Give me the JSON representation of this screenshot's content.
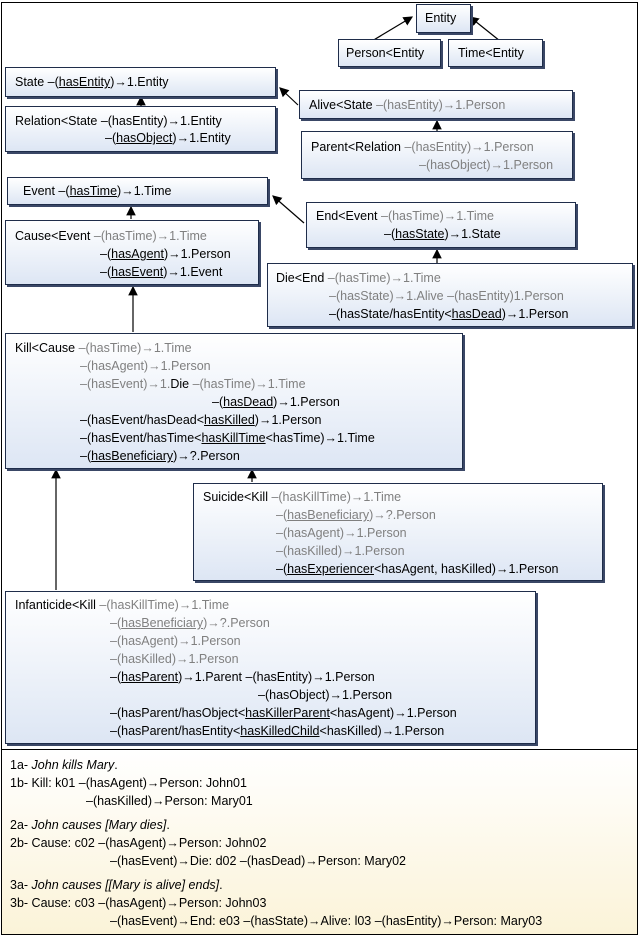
{
  "entity": {
    "label": "Entity"
  },
  "person": {
    "label": "Person<Entity"
  },
  "time": {
    "label": "Time<Entity"
  },
  "state": {
    "pre": "State –(",
    "rel": "hasEntity",
    "post": ")→1.Entity"
  },
  "relation": {
    "line1": "Relation<State –(hasEntity)→1.Entity",
    "line2_pre": "–(",
    "line2_rel": "hasObject",
    "line2_post": ")→1.Entity"
  },
  "alive": {
    "head": "Alive<State",
    "inherited": " –(hasEntity)→1.Person"
  },
  "parent": {
    "head": "Parent<Relation",
    "inherited1": " –(hasEntity)→1.Person",
    "inherited2": "–(hasObject)→1.Person"
  },
  "event": {
    "pre": "Event –(",
    "rel": "hasTime",
    "post": ")→1.Time"
  },
  "end": {
    "head": "End<Event",
    "inherited": " –(hasTime)→1.Time",
    "line2_pre": "–(",
    "line2_rel": "hasState",
    "line2_post": ")→1.State"
  },
  "cause": {
    "head": "Cause<Event",
    "inherited": " –(hasTime)→1.Time",
    "l2_pre": "–(",
    "l2_rel": "hasAgent",
    "l2_post": ")→1.Person",
    "l3_pre": "–(",
    "l3_rel": "hasEvent",
    "l3_post": ")→1.Event"
  },
  "die": {
    "head": "Die<End",
    "inherited1": " –(hasTime)→1.Time",
    "inherited2": "–(hasState)→1.Alive",
    "l2_tail": " –(hasEntity)1.Person",
    "l3_pre": "–(hasState/hasEntity<",
    "l3_rel": "hasDead",
    "l3_post": ")→1.Person"
  },
  "kill": {
    "head": "Kill<Cause",
    "g1": " –(hasTime)→1.Time",
    "g2": "–(hasAgent)→1.Person",
    "g3": "–(hasEvent)→1.",
    "die": "Die",
    "g3b": " –(hasTime)→1.Time",
    "l4_pre": "–(",
    "l4_rel": "hasDead",
    "l4_post": ")→1.Person",
    "l5_pre": "–(hasEvent/hasDead<",
    "l5_rel": "hasKilled",
    "l5_post": ")→1.Person",
    "l6_pre": "–(hasEvent/hasTime<",
    "l6_rel": "hasKillTime",
    "l6_post": "<hasTime)→1.Time",
    "l7_pre": "–(",
    "l7_rel": "hasBeneficiary",
    "l7_post": ")→?.Person"
  },
  "suicide": {
    "head": "Suicide<Kill",
    "g1": " –(hasKillTime)→1.Time",
    "g2_pre": "–(",
    "g2_rel": "hasBeneficiary",
    "g2_post": ")→?.Person",
    "g3": "–(hasAgent)→1.Person",
    "g4": "–(hasKilled)→1.Person",
    "l5_pre": "–(",
    "l5_rel": "hasExperiencer",
    "l5_post": "<hasAgent, hasKilled)→1.Person"
  },
  "infanticide": {
    "head": "Infanticide<Kill",
    "g1": " –(hasKillTime)→1.Time",
    "g2_pre": "–(",
    "g2_rel": "hasBeneficiary",
    "g2_post": ")→?.Person",
    "g3": "–(hasAgent)→1.Person",
    "g4": "–(hasKilled)→1.Person",
    "l5_pre": "–(",
    "l5_rel": "hasParent",
    "l5_post": ")→1.Parent –(hasEntity)→1.Person",
    "l6": "–(hasObject)→1.Person",
    "l7_pre": "–(hasParent/hasObject<",
    "l7_rel": "hasKillerParent",
    "l7_post": "<hasAgent)→1.Person",
    "l8_pre": "–(hasParent/hasEntity<",
    "l8_rel": "hasKilledChild",
    "l8_post": "<hasKilled)→1.Person"
  },
  "examples": {
    "e1a": "1a- ",
    "e1a_i": "John kills Mary",
    "e1b1": "1b- Kill: k01  –(hasAgent)→Person: John01",
    "e1b2": "–(hasKilled)→Person: Mary01",
    "e2a": "2a- ",
    "e2a_i": "John causes [Mary dies]",
    "e2b1": "2b- Cause: c02  –(hasAgent)→Person: John02",
    "e2b2": "–(hasEvent)→Die: d02 –(hasDead)→Person: Mary02",
    "e3a": "3a- ",
    "e3a_i": "John causes [[Mary is alive] ends]",
    "e3b1": "3b- Cause: c03  –(hasAgent)→Person: John03",
    "e3b2": "–(hasEvent)→End: e03 –(hasState)→Alive: l03 –(hasEntity)→Person: Mary03",
    "period": "."
  }
}
